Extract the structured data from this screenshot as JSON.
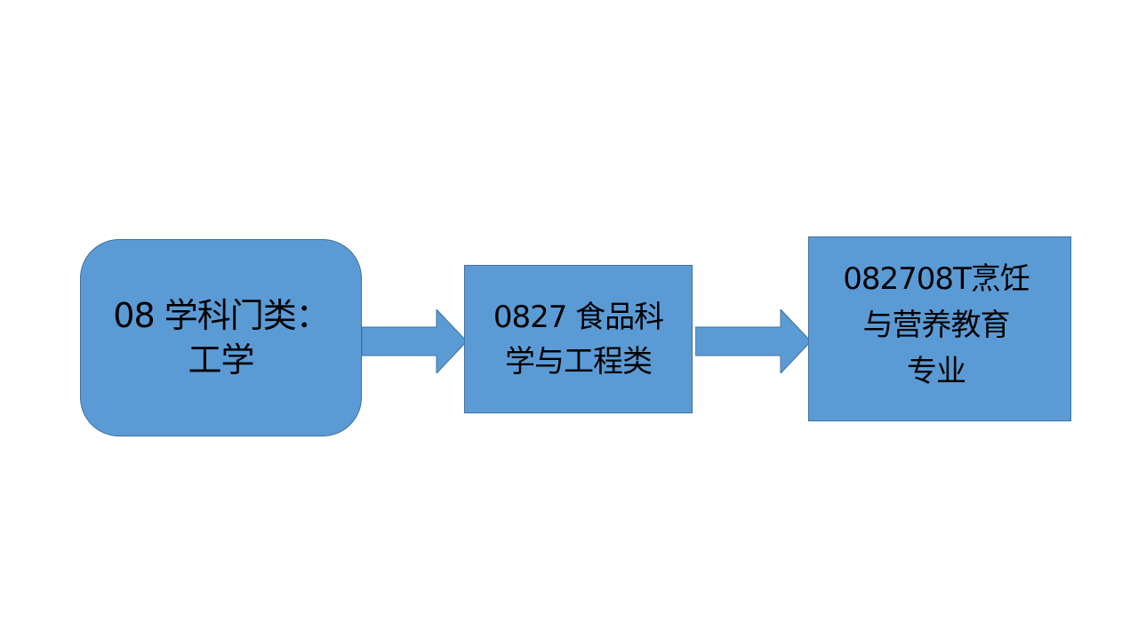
{
  "nodes": [
    {
      "lines": [
        "08 学科门类：",
        "工学"
      ]
    },
    {
      "lines": [
        "0827 食品科",
        "学与工程类"
      ]
    },
    {
      "lines": [
        "082708T烹饪",
        "与营养教育",
        "专业"
      ]
    }
  ],
  "colors": {
    "fill": "#5b9bd5",
    "border": "#41719c",
    "text": "#000000",
    "background": "#ffffff"
  }
}
